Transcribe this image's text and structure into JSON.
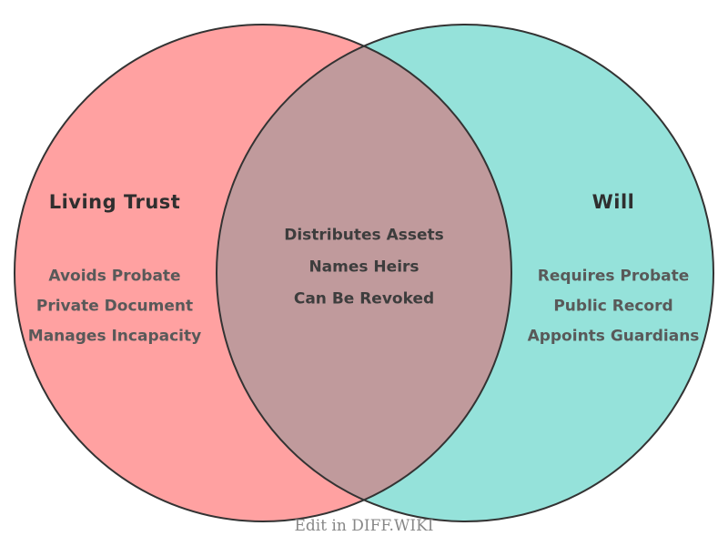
{
  "venn": {
    "outline_color": "#333333",
    "left_circle": {
      "title": "Living Trust",
      "fill": "#FFA1A1",
      "items": [
        "Avoids Probate",
        "Private Document",
        "Manages Incapacity"
      ]
    },
    "right_circle": {
      "title": "Will",
      "fill": "#95E2DA",
      "items": [
        "Requires Probate",
        "Public Record",
        "Appoints Guardians"
      ]
    },
    "overlap": {
      "fill": "#C09A9C",
      "items": [
        "Distributes Assets",
        "Names Heirs",
        "Can Be Revoked"
      ]
    }
  },
  "footer": {
    "label": "Edit in DIFF.WIKI"
  }
}
